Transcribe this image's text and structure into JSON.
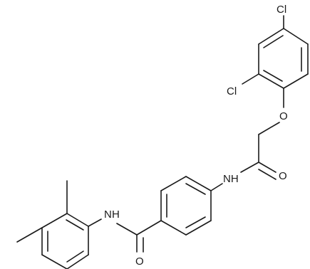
{
  "atoms": {
    "cl_top": "Cl",
    "cl_ortho": "Cl",
    "ether_o": "O",
    "amide_nh": "NH",
    "acetyl_o": "O",
    "anilide_nh": "N",
    "anilide_h": "H",
    "benzamide_o": "O"
  }
}
